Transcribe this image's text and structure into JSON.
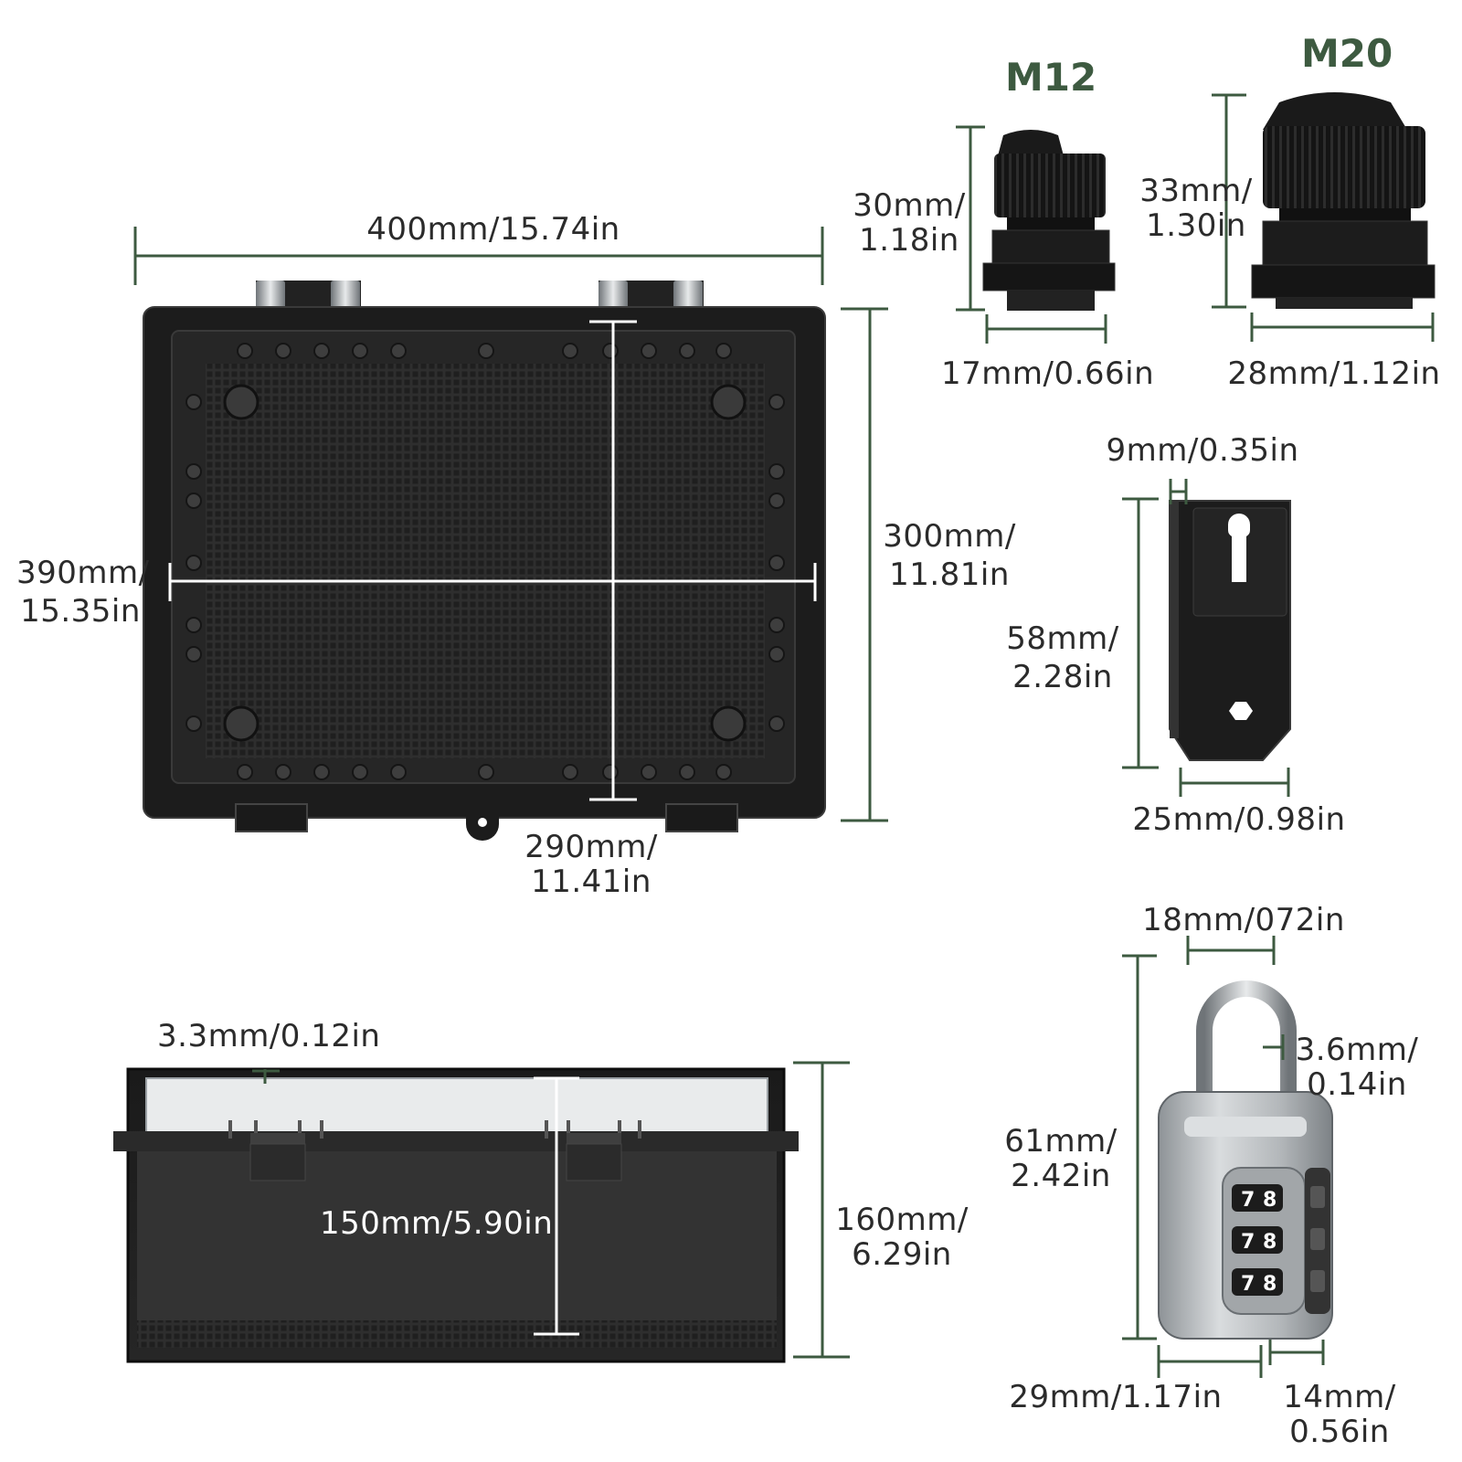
{
  "colors": {
    "dimension_line": "#3d5a40",
    "product_black": "#1c1c1c",
    "lid_clear": "#e9ebec",
    "lock_silver": "#b8bcbf",
    "title_green": "#3d5a40"
  },
  "enclosure_top": {
    "width_label": "400mm/15.74in",
    "inner_width_label_1": "390mm/",
    "inner_width_label_2": "15.35in",
    "height_label_1": "300mm/",
    "height_label_2": "11.81in",
    "inner_height_label_1": "290mm/",
    "inner_height_label_2": "11.41in"
  },
  "enclosure_side": {
    "wall_label": "3.3mm/0.12in",
    "inner_depth_label": "150mm/5.90in",
    "depth_label_1": "160mm/",
    "depth_label_2": "6.29in"
  },
  "gland_m12": {
    "title": "M12",
    "height_label_1": "30mm/",
    "height_label_2": "1.18in",
    "width_label": "17mm/0.66in"
  },
  "gland_m20": {
    "title": "M20",
    "height_label_1": "33mm/",
    "height_label_2": "1.30in",
    "width_label": "28mm/1.12in"
  },
  "bracket": {
    "thickness_label": "9mm/0.35in",
    "height_label_1": "58mm/",
    "height_label_2": "2.28in",
    "width_label": "25mm/0.98in"
  },
  "padlock": {
    "shackle_width_label": "18mm/072in",
    "shackle_dia_label_1": "3.6mm/",
    "shackle_dia_label_2": "0.14in",
    "height_label_1": "61mm/",
    "height_label_2": "2.42in",
    "body_width_label": "29mm/1.17in",
    "body_depth_label_1": "14mm/",
    "body_depth_label_2": "0.56in",
    "dial_digits": [
      "7",
      "8",
      "7",
      "8",
      "7",
      "8"
    ]
  }
}
